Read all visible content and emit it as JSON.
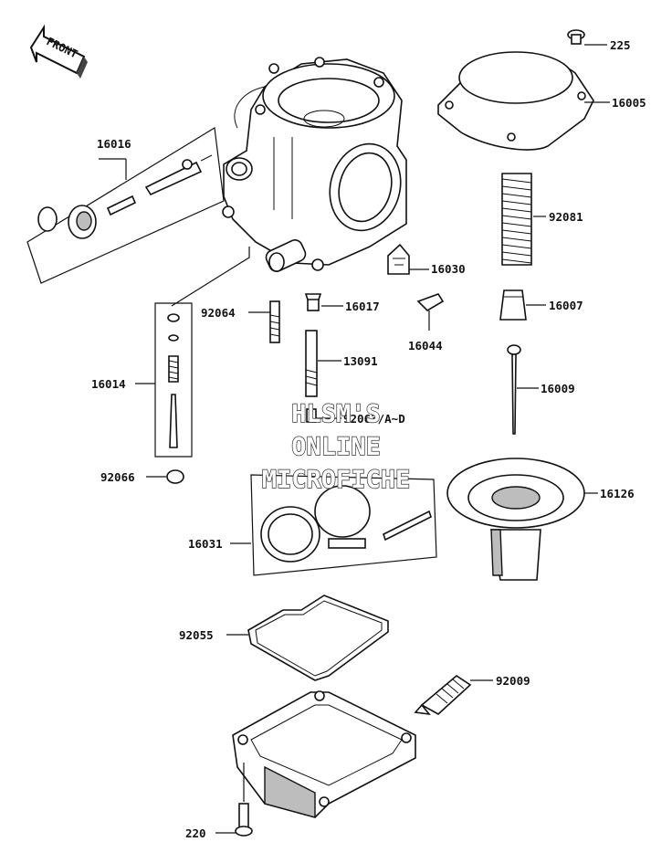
{
  "front_badge": "FRONT",
  "watermark": {
    "line1": "HLSM'S",
    "line2": "ONLINE",
    "line3": "MICROFICHE"
  },
  "parts": {
    "p225": "225",
    "p16005": "16005",
    "p16016": "16016",
    "p92081": "92081",
    "p16030": "16030",
    "p92064": "92064",
    "p16017": "16017",
    "p16007": "16007",
    "p16044": "16044",
    "p16014": "16014",
    "p13091": "13091",
    "p16009": "16009",
    "p92063": "92063/A~D",
    "p92066": "92066",
    "p16126": "16126",
    "p16031": "16031",
    "p92055": "92055",
    "p92009": "92009",
    "p220": "220"
  }
}
